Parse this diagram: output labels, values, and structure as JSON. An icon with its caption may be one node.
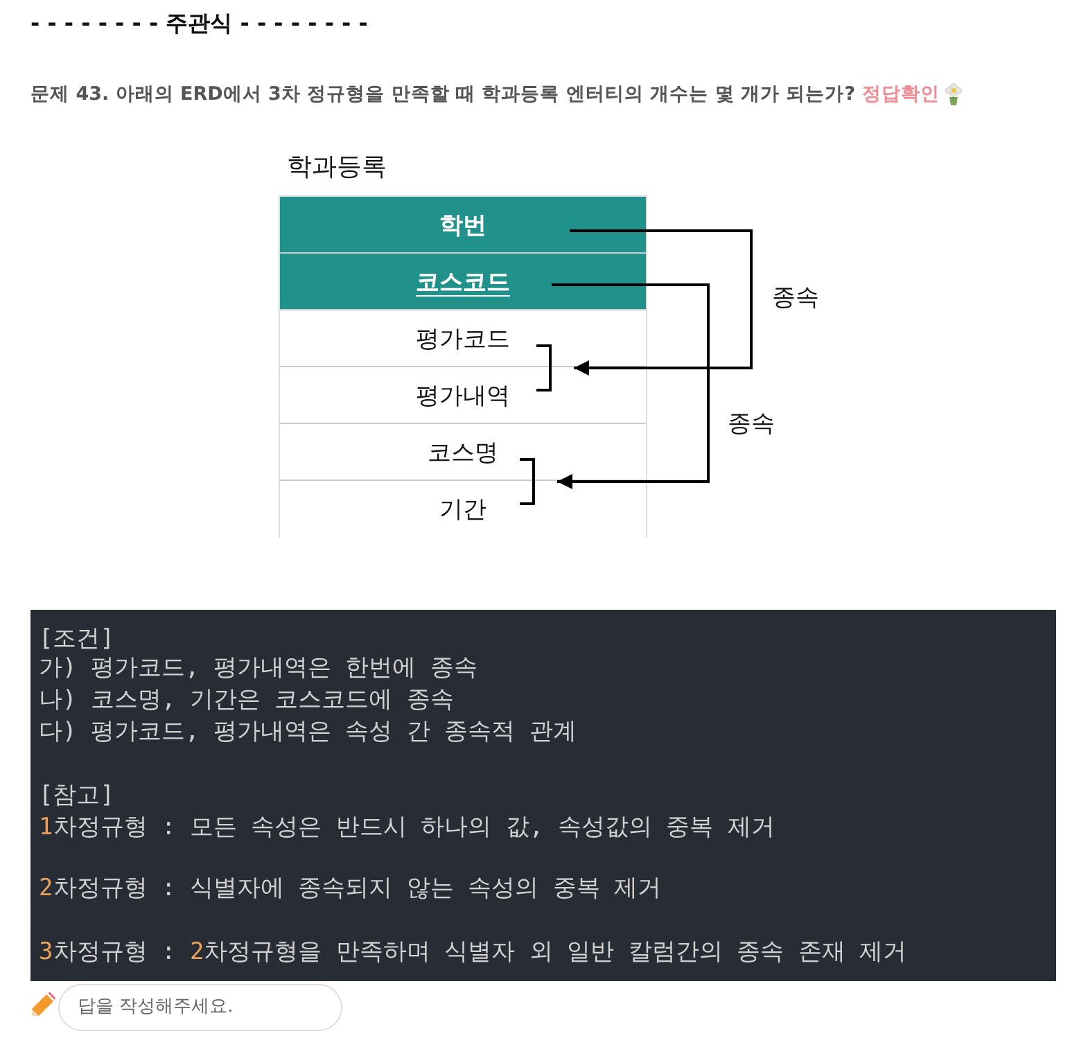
{
  "diagram": {
    "title": "- - - - - - - - 주관식 - - - - - - - -",
    "nodes": [
      {
        "text": [
          "학과등록"
        ]
      },
      {
        "text": [
          "학번"
        ],
        "in": 0
      },
      {
        "text": [
          "코스코드"
        ],
        "in": 0
      },
      {
        "text": [
          "평가코드"
        ],
        "in": 0
      },
      {
        "text": [
          "평가내역"
        ],
        "in": 0
      },
      {
        "text": [
          "코스명"
        ],
        "in": 0
      },
      {
        "text": [
          "기간"
        ],
        "in": 0
      }
    ],
    "edges": [
      {
        "from": 1,
        "to": 3,
        "arrow": "to",
        "label": "종속"
      },
      {
        "from": 1,
        "to": 4,
        "arrow": "to"
      },
      {
        "from": 2,
        "to": 5,
        "arrow": "to",
        "label": "종속"
      },
      {
        "from": 2,
        "to": 6,
        "arrow": "to"
      }
    ],
    "labels": [
      "문제 43. 아래의 ERD에서 3차 정규형을 만족할 때 학과등록 엔터티의 개수는 몇 개가 되는가?",
      "정답확인",
      "[조건]",
      "가) 평가코드, 평가내역은 한번에 종속",
      "나) 코스명, 기간은 코스코드에 종속",
      "다) 평가코드, 평가내역은 속성 간 종속적 관계",
      "[참고]",
      "1차정규형 : 모든 속성은 반드시 하나의 값, 속성값의 중복 제거",
      "2차정규형 : 식별자에 종속되지 않는 속성의 중복 제거",
      "3차정규형 : 2차정규형을 만족하며 식별자 외 일반 칼럼간의 종속 존재 제거",
      "답을 작성해주세요."
    ]
  }
}
